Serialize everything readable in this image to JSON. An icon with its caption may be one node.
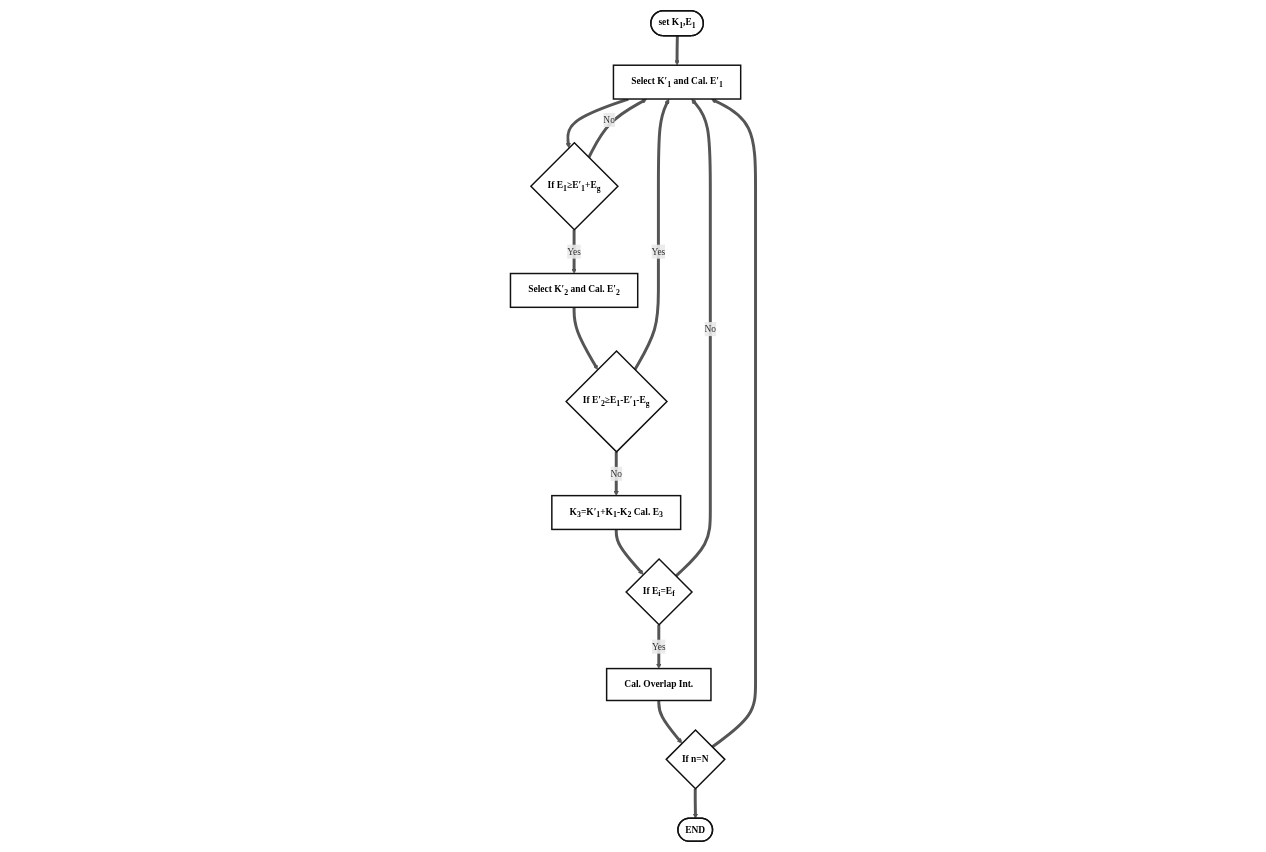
{
  "diagram": {
    "nodes": [
      {
        "text": [
          "set K$_{1}$,E$_{1}$"
        ]
      },
      {
        "text": [
          "END"
        ]
      },
      {
        "text": [
          "Select K′$_{1}$ and Cal. E′$_{1}$"
        ]
      },
      {
        "text": [
          "If n=N"
        ]
      },
      {
        "text": [
          "If E$_{1}$≥E′$_{1}$+E$_{g}$"
        ]
      },
      {
        "text": [
          "Cal. Overlap Int."
        ]
      },
      {
        "text": [
          "Select K′$_{2}$ and Cal. E′$_{2}$"
        ]
      },
      {
        "text": [
          "If E$_{i}$=E$_{f}$"
        ]
      },
      {
        "text": [
          "If E′$_{2}$≥E$_{1}$-E′$_{1}$-E$_{g}$"
        ]
      },
      {
        "text": [
          "K$_{3}$=K′$_{1}$+K$_{1}$-K$_{2}$ Cal. E$_{3}$"
        ]
      }
    ],
    "edges": [
      {
        "from": 0,
        "to": 2,
        "arrow": "to"
      },
      {
        "from": 3,
        "to": 1,
        "arrow": "to"
      },
      {
        "from": 3,
        "to": 2,
        "arrow": "to"
      },
      {
        "from": 2,
        "to": 4,
        "arrow": "to"
      },
      {
        "from": 4,
        "to": 2,
        "label": "No",
        "arrow": "to"
      },
      {
        "from": 4,
        "to": 6,
        "label": "Yes",
        "arrow": "to"
      },
      {
        "from": 7,
        "to": 2,
        "label": "No",
        "arrow": "to"
      },
      {
        "from": 8,
        "to": 2,
        "label": "Yes",
        "arrow": "to"
      },
      {
        "from": 6,
        "to": 8,
        "arrow": "to"
      },
      {
        "from": 8,
        "to": 9,
        "label": "No",
        "arrow": "to"
      },
      {
        "from": 9,
        "to": 7,
        "arrow": "to"
      },
      {
        "from": 7,
        "to": 5,
        "label": "Yes",
        "arrow": "to"
      },
      {
        "from": 5,
        "to": 3,
        "arrow": "to"
      }
    ]
  }
}
